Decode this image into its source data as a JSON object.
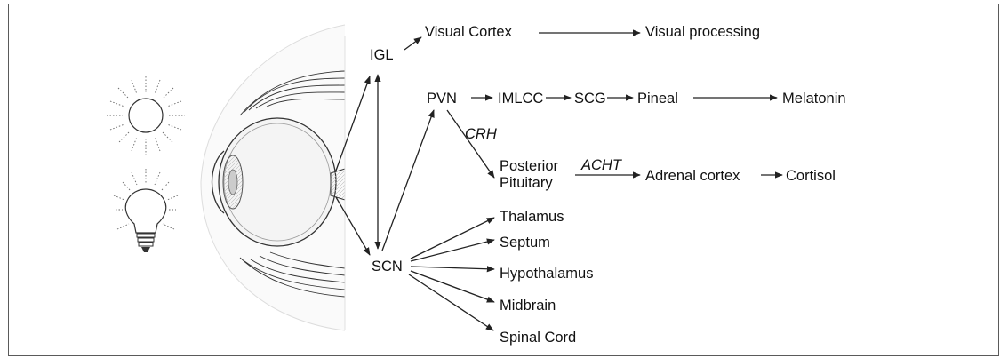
{
  "nodes": {
    "igl": "IGL",
    "scn": "SCN",
    "visual_cortex": "Visual Cortex",
    "visual_processing": "Visual processing",
    "pvn": "PVN",
    "imlcc": "IMLCC",
    "scg": "SCG",
    "pineal": "Pineal",
    "melatonin": "Melatonin",
    "crh": "CRH",
    "posterior": "Posterior",
    "pituitary": "Pituitary",
    "acht": "ACHT",
    "adrenal_cortex": "Adrenal cortex",
    "cortisol": "Cortisol",
    "thalamus": "Thalamus",
    "septum": "Septum",
    "hypothalamus": "Hypothalamus",
    "midbrain": "Midbrain",
    "spinal_cord": "Spinal Cord"
  },
  "icons": [
    "sun-icon",
    "light-bulb-icon",
    "eye-illustration"
  ]
}
